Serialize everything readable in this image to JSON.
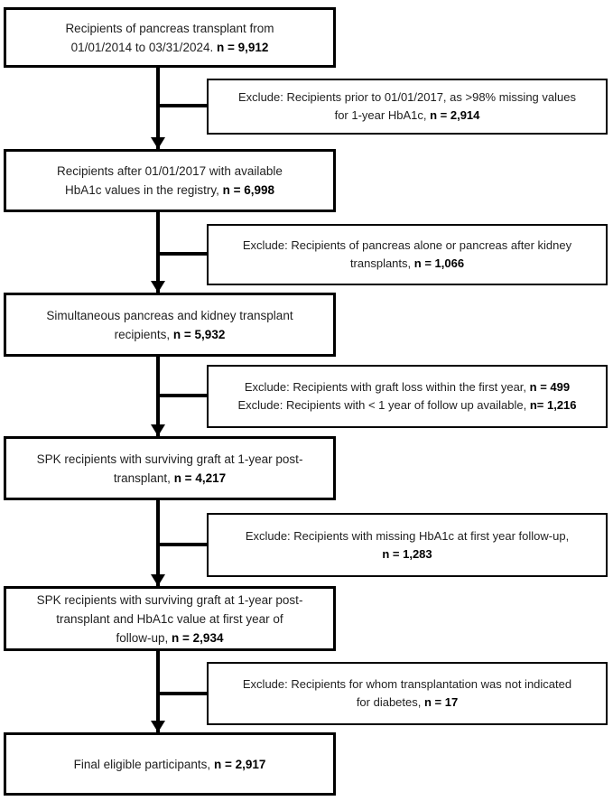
{
  "colors": {
    "background": "#ffffff",
    "box_border": "#000000",
    "text": "#1f1f1f"
  },
  "main_boxes": [
    {
      "lines": [
        [
          {
            "t": "Recipients of pancreas transplant from",
            "b": false
          }
        ],
        [
          {
            "t": "01/01/2014 to 03/31/2024. ",
            "b": false
          },
          {
            "t": "n = 9,912",
            "b": true
          }
        ]
      ]
    },
    {
      "lines": [
        [
          {
            "t": "Recipients after 01/01/2017 with available",
            "b": false
          }
        ],
        [
          {
            "t": "HbA1c values in the registry, ",
            "b": false
          },
          {
            "t": "n = 6,998",
            "b": true
          }
        ]
      ]
    },
    {
      "lines": [
        [
          {
            "t": "Simultaneous pancreas and kidney transplant",
            "b": false
          }
        ],
        [
          {
            "t": "recipients, ",
            "b": false
          },
          {
            "t": "n = 5,932",
            "b": true
          }
        ]
      ]
    },
    {
      "lines": [
        [
          {
            "t": "SPK recipients with surviving graft at 1-year post-",
            "b": false
          }
        ],
        [
          {
            "t": "transplant, ",
            "b": false
          },
          {
            "t": "n = 4,217",
            "b": true
          }
        ]
      ]
    },
    {
      "lines": [
        [
          {
            "t": "SPK recipients with surviving graft at 1-year post-",
            "b": false
          }
        ],
        [
          {
            "t": "transplant and HbA1c value at first year of",
            "b": false
          }
        ],
        [
          {
            "t": "follow-up, ",
            "b": false
          },
          {
            "t": "n = 2,934",
            "b": true
          }
        ]
      ]
    },
    {
      "lines": [
        [
          {
            "t": "Final eligible participants, ",
            "b": false
          },
          {
            "t": "n = 2,917",
            "b": true
          }
        ]
      ]
    }
  ],
  "exclude_boxes": [
    {
      "lines": [
        [
          {
            "t": "Exclude: Recipients prior to 01/01/2017, as >98% missing values",
            "b": false
          }
        ],
        [
          {
            "t": "for 1-year HbA1c, ",
            "b": false
          },
          {
            "t": "n = 2,914",
            "b": true
          }
        ]
      ]
    },
    {
      "lines": [
        [
          {
            "t": "Exclude: Recipients of pancreas alone or pancreas after kidney",
            "b": false
          }
        ],
        [
          {
            "t": "transplants, ",
            "b": false
          },
          {
            "t": "n = 1,066",
            "b": true
          }
        ]
      ]
    },
    {
      "lines": [
        [
          {
            "t": "Exclude: Recipients with graft loss within the first year, ",
            "b": false
          },
          {
            "t": "n = 499",
            "b": true
          }
        ],
        [
          {
            "t": "Exclude: Recipients with < 1 year of follow up available, ",
            "b": false
          },
          {
            "t": "n= 1,216",
            "b": true
          }
        ]
      ]
    },
    {
      "lines": [
        [
          {
            "t": "Exclude: Recipients with missing HbA1c at first year follow-up,",
            "b": false
          }
        ],
        [
          {
            "t": "n = 1,283",
            "b": true
          }
        ]
      ]
    },
    {
      "lines": [
        [
          {
            "t": "Exclude: Recipients for whom transplantation was not indicated",
            "b": false
          }
        ],
        [
          {
            "t": "for diabetes, ",
            "b": false
          },
          {
            "t": "n = 17",
            "b": true
          }
        ]
      ]
    }
  ]
}
